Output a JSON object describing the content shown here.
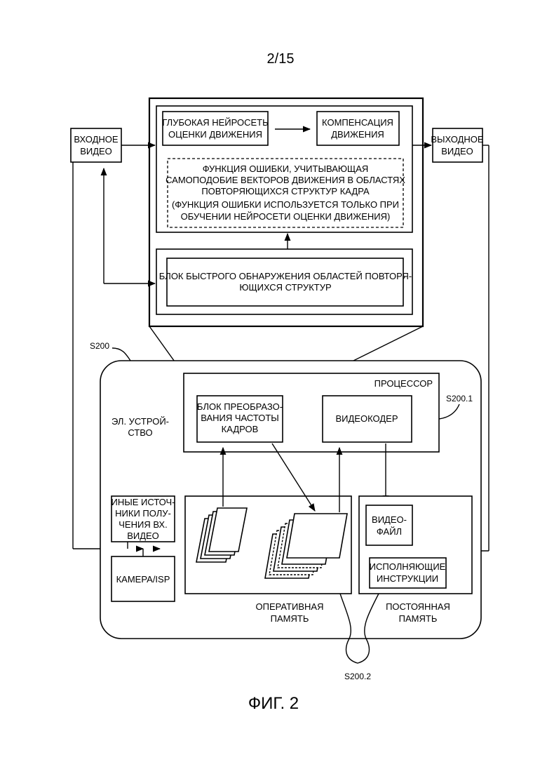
{
  "page_number": "2/15",
  "figure_caption": "ФИГ. 2",
  "input_video": [
    "ВХОДНОЕ",
    "ВИДЕО"
  ],
  "output_video": [
    "ВЫХОДНОЕ",
    "ВИДЕО"
  ],
  "deep_net": [
    "ГЛУБОКАЯ НЕЙРОСЕТЬ",
    "ОЦЕНКИ ДВИЖЕНИЯ"
  ],
  "motion_comp": [
    "КОМПЕНСАЦИЯ",
    "ДВИЖЕНИЯ"
  ],
  "error_function": [
    "ФУНКЦИЯ ОШИБКИ, УЧИТЫВАЮЩАЯ",
    "САМОПОДОБИЕ ВЕКТОРОВ ДВИЖЕНИЯ В ОБЛАСТЯХ",
    "ПОВТОРЯЮЩИХСЯ СТРУКТУР КАДРА",
    "(ФУНКЦИЯ ОШИБКИ ИСПОЛЬЗУЕТСЯ ТОЛЬКО ПРИ",
    "ОБУЧЕНИИ НЕЙРОСЕТИ ОЦЕНКИ ДВИЖЕНИЯ)"
  ],
  "fast_detect": [
    "БЛОК БЫСТРОГО ОБНАРУЖЕНИЯ ОБЛАСТЕЙ ПОВТОРЯ-",
    "ЮЩИХСЯ СТРУКТУР"
  ],
  "ref_s200": "S200",
  "ref_s2001": "S200.1",
  "ref_s2002": "S200.2",
  "device_label": [
    "ЭЛ. УСТРОЙ-",
    "СТВО"
  ],
  "processor_label": "ПРОЦЕССОР",
  "frc_block": [
    "БЛОК ПРЕОБРАЗО-",
    "ВАНИЯ ЧАСТОТЫ",
    "КАДРОВ"
  ],
  "video_encoder": "ВИДЕОКОДЕР",
  "other_sources": [
    "ИНЫЕ ИСТОЧ-",
    "НИКИ ПОЛУ-",
    "ЧЕНИЯ ВХ.",
    "ВИДЕО"
  ],
  "camera": "КАМЕРА/ISP",
  "video_file": [
    "ВИДЕО-",
    "ФАЙЛ"
  ],
  "exec_instr": [
    "ИСПОЛНЯЮЩИЕ",
    "ИНСТРУКЦИИ"
  ],
  "ram_label": [
    "ОПЕРАТИВНАЯ",
    "ПАМЯТЬ"
  ],
  "rom_label": [
    "ПОСТОЯННАЯ",
    "ПАМЯТЬ"
  ]
}
